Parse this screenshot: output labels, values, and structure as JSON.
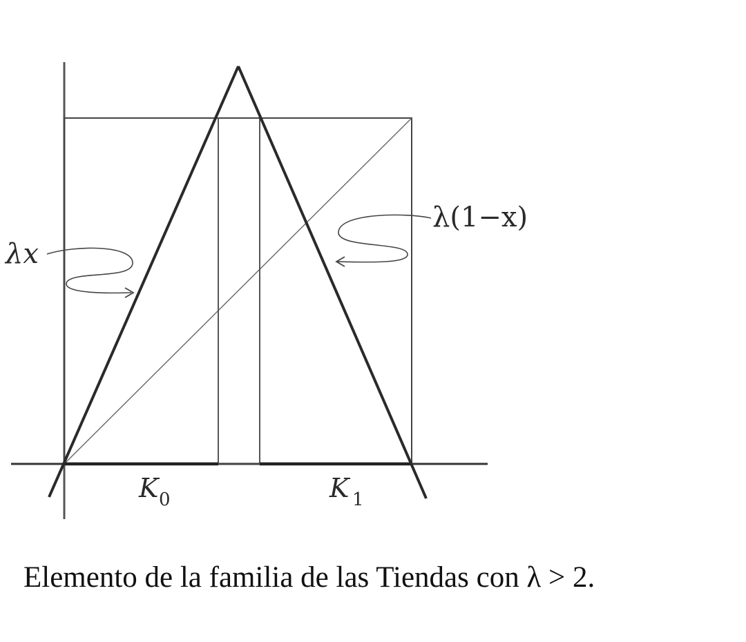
{
  "labels": {
    "left_curve": "λx",
    "right_curve": "λ(1−x)",
    "interval_left": "K",
    "interval_left_sub": "0",
    "interval_right": "K",
    "interval_right_sub": "1"
  },
  "caption": "Elemento de la familia de las Tiendas con λ > 2."
}
